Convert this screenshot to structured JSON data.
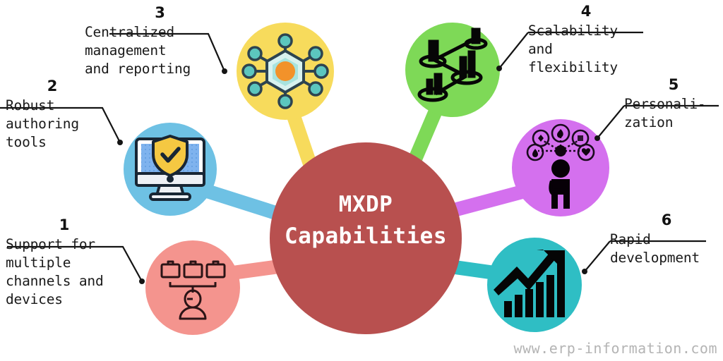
{
  "title": {
    "line1": "MXDP",
    "line2": "Capabilities"
  },
  "watermark": "www.erp-information.com",
  "colors": {
    "center": "#B8504F",
    "bubble_pink": "#F4948E",
    "bubble_blue": "#6EC1E4",
    "bubble_yellow": "#F7DB5C",
    "bubble_green": "#7ED957",
    "bubble_purple": "#D470EE",
    "bubble_teal": "#2FBEC4",
    "leader_line": "#1a1a1a",
    "text": "#1a1a1a",
    "watermark": "#b4b4b4",
    "icon_dark": "#1b2a33",
    "icon_orange": "#F2922A",
    "icon_teal_node": "#5CC6BE",
    "icon_shield": "#F5C842",
    "icon_screen": "#7FB3EE"
  },
  "items": [
    {
      "number": "1",
      "label": "Support for\nmultiple\nchannels and\ndevices",
      "icon": "briefcases-person-icon",
      "color": "#F4948E",
      "side": "left"
    },
    {
      "number": "2",
      "label": "Robust\nauthoring\ntools",
      "icon": "monitor-shield-check-icon",
      "color": "#6EC1E4",
      "side": "left"
    },
    {
      "number": "3",
      "label": "Centralized\nmanagement\nand reporting",
      "icon": "network-hub-icon",
      "color": "#F7DB5C",
      "side": "left"
    },
    {
      "number": "4",
      "label": "Scalability\nand\nflexibility",
      "icon": "server-network-icon",
      "color": "#7ED957",
      "side": "right"
    },
    {
      "number": "5",
      "label": "Personali-\nzation",
      "icon": "person-preferences-icon",
      "color": "#D470EE",
      "side": "right"
    },
    {
      "number": "6",
      "label": "Rapid\ndevelopment",
      "icon": "growth-chart-arrow-icon",
      "color": "#2FBEC4",
      "side": "right"
    }
  ]
}
